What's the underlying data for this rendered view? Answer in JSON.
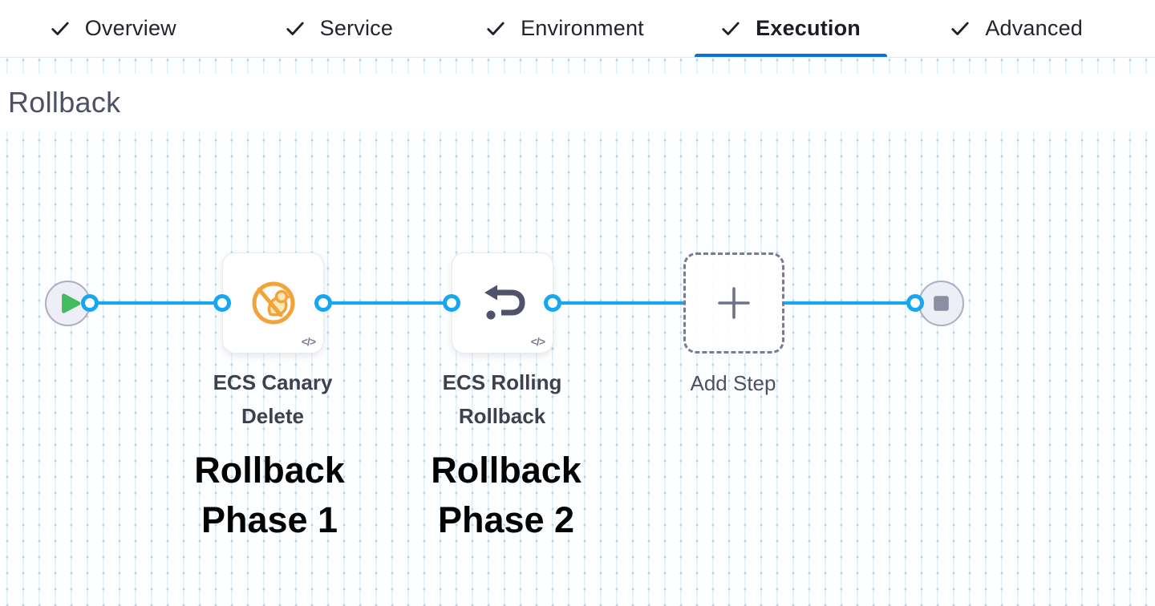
{
  "tabs": {
    "items": [
      {
        "label": "Overview",
        "checked": true,
        "active": false
      },
      {
        "label": "Service",
        "checked": true,
        "active": false
      },
      {
        "label": "Environment",
        "checked": true,
        "active": false
      },
      {
        "label": "Execution",
        "checked": true,
        "active": true
      },
      {
        "label": "Advanced",
        "checked": true,
        "active": false
      }
    ],
    "check_icon": "check-icon"
  },
  "section": {
    "heading": "Rollback"
  },
  "pipeline": {
    "start_node": {
      "icon": "play-icon"
    },
    "steps": [
      {
        "title": "ECS Canary Delete",
        "icon": "ecs-canary-delete-icon",
        "code_badge": "</>",
        "annotation": "Rollback Phase 1"
      },
      {
        "title": "ECS Rolling Rollback",
        "icon": "ecs-rolling-rollback-icon",
        "code_badge": "</>",
        "annotation": "Rollback Phase 2"
      }
    ],
    "add_step": {
      "label": "Add Step",
      "icon": "plus-icon"
    },
    "end_node": {
      "icon": "stop-icon"
    }
  },
  "colors": {
    "edge_blue": "#15A7F1",
    "active_tab_underline": "#0B72D6",
    "canary_orange": "#F2A33A",
    "play_green": "#41BC5F",
    "icon_slate": "#50526A",
    "heading_gray": "#4E5066"
  }
}
